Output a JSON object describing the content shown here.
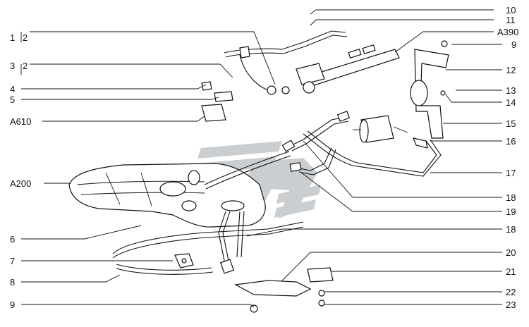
{
  "diagram": {
    "labels_left": [
      {
        "id": "l1",
        "text": "1"
      },
      {
        "id": "l1b",
        "text": "2"
      },
      {
        "id": "l3",
        "text": "3"
      },
      {
        "id": "l3b",
        "text": "2"
      },
      {
        "id": "l4",
        "text": "4"
      },
      {
        "id": "l5",
        "text": "5"
      },
      {
        "id": "lA610",
        "text": "A610"
      },
      {
        "id": "lA200",
        "text": "A200"
      },
      {
        "id": "l6",
        "text": "6"
      },
      {
        "id": "l7",
        "text": "7"
      },
      {
        "id": "l8",
        "text": "8"
      },
      {
        "id": "l9L",
        "text": "9"
      }
    ],
    "labels_right": [
      {
        "id": "r10",
        "text": "10"
      },
      {
        "id": "r11",
        "text": "11"
      },
      {
        "id": "rA390",
        "text": "A390"
      },
      {
        "id": "r9",
        "text": "9"
      },
      {
        "id": "r12",
        "text": "12"
      },
      {
        "id": "r13",
        "text": "13"
      },
      {
        "id": "r14",
        "text": "14"
      },
      {
        "id": "r15",
        "text": "15"
      },
      {
        "id": "r16",
        "text": "16"
      },
      {
        "id": "r17",
        "text": "17"
      },
      {
        "id": "r18a",
        "text": "18"
      },
      {
        "id": "r19",
        "text": "19"
      },
      {
        "id": "r18b",
        "text": "18"
      },
      {
        "id": "r20",
        "text": "20"
      },
      {
        "id": "r21",
        "text": "21"
      },
      {
        "id": "r22",
        "text": "22"
      },
      {
        "id": "r23",
        "text": "23"
      }
    ],
    "watermark_color": "#9aa0a6"
  }
}
